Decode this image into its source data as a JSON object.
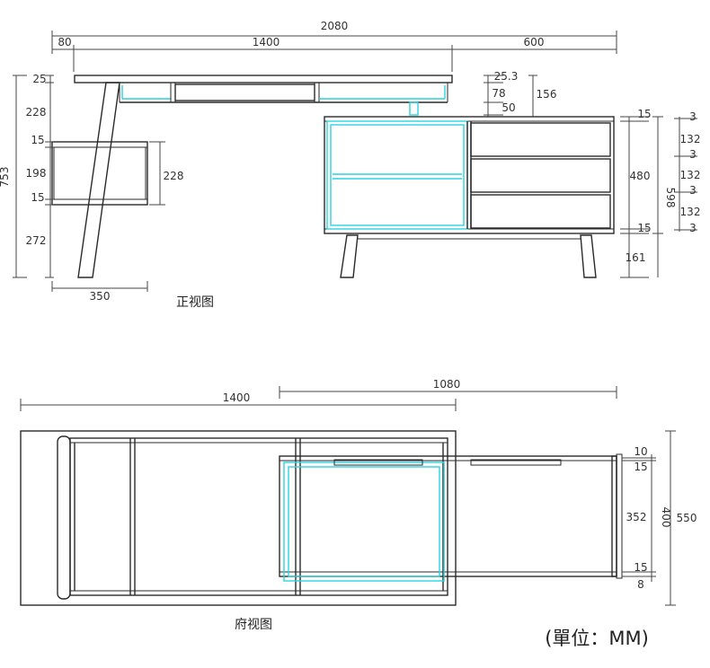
{
  "front_view": {
    "caption": "正视图",
    "dims": {
      "total_width": "2080",
      "left_offset": "80",
      "desk_width": "1400",
      "cabinet_width": "600",
      "top_thickness": "25",
      "leg_to_shelf": "228",
      "shelf_top": "15",
      "shelf_gap": "198",
      "shelf_bottom": "15",
      "shelf_box_height": "228",
      "shelf_to_floor": "272",
      "total_height": "753",
      "shelf_width": "350",
      "drawer_gap": "25.3",
      "drawer_height": "78",
      "cab_gap": "50",
      "desk_to_cab": "156",
      "cab_top": "15",
      "cab_body": "480",
      "cab_bottom": "15",
      "cab_total": "598",
      "cab_legs": "161",
      "drawer_sp_1": "3",
      "drawer_h_1": "132",
      "drawer_sp_2": "3",
      "drawer_h_2": "132",
      "drawer_sp_3": "3",
      "drawer_h_3": "132",
      "drawer_sp_4": "3"
    }
  },
  "top_view": {
    "caption": "府视图",
    "dims": {
      "desk_width": "1400",
      "cabinet_extent": "1080",
      "edge_top": "10",
      "panel_top": "15",
      "inner_depth": "352",
      "cabinet_depth": "400",
      "desk_depth": "550",
      "panel_bottom": "15",
      "edge_bottom": "8"
    }
  },
  "unit_label": "(單位：MM)",
  "colors": {
    "line": "#2a2a2a",
    "accent": "#2bd3e0"
  }
}
